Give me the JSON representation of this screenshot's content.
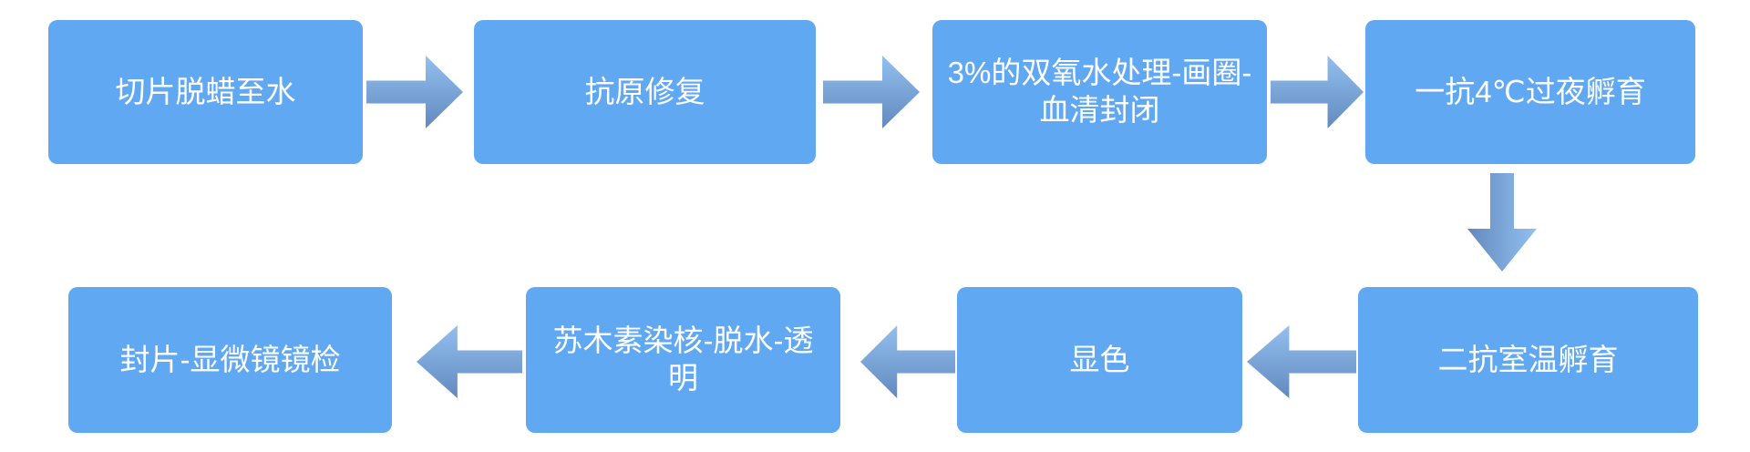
{
  "diagram": {
    "title_semantic": "IHC experiment workflow flowchart",
    "colors": {
      "node_fill": "#61A8F3",
      "node_text": "#FFFFFF",
      "arrow_gradient_light": "#93C0F0",
      "arrow_gradient_dark": "#6289BE",
      "background": "#FFFFFF"
    },
    "nodes": [
      {
        "id": 1,
        "label": "切片脱蜡至水"
      },
      {
        "id": 2,
        "label": "抗原修复"
      },
      {
        "id": 3,
        "label": "3%的双氧水处理-画圈-\n血清封闭"
      },
      {
        "id": 4,
        "label": "一抗4℃过夜孵育"
      },
      {
        "id": 5,
        "label": "二抗室温孵育"
      },
      {
        "id": 6,
        "label": "显色"
      },
      {
        "id": 7,
        "label": "苏木素染核-脱水-透\n明"
      },
      {
        "id": 8,
        "label": "封片-显微镜镜检"
      }
    ],
    "arrows": [
      {
        "from": 1,
        "to": 2,
        "direction": "right"
      },
      {
        "from": 2,
        "to": 3,
        "direction": "right"
      },
      {
        "from": 3,
        "to": 4,
        "direction": "right"
      },
      {
        "from": 4,
        "to": 5,
        "direction": "down"
      },
      {
        "from": 5,
        "to": 6,
        "direction": "left"
      },
      {
        "from": 6,
        "to": 7,
        "direction": "left"
      },
      {
        "from": 7,
        "to": 8,
        "direction": "left"
      }
    ]
  }
}
